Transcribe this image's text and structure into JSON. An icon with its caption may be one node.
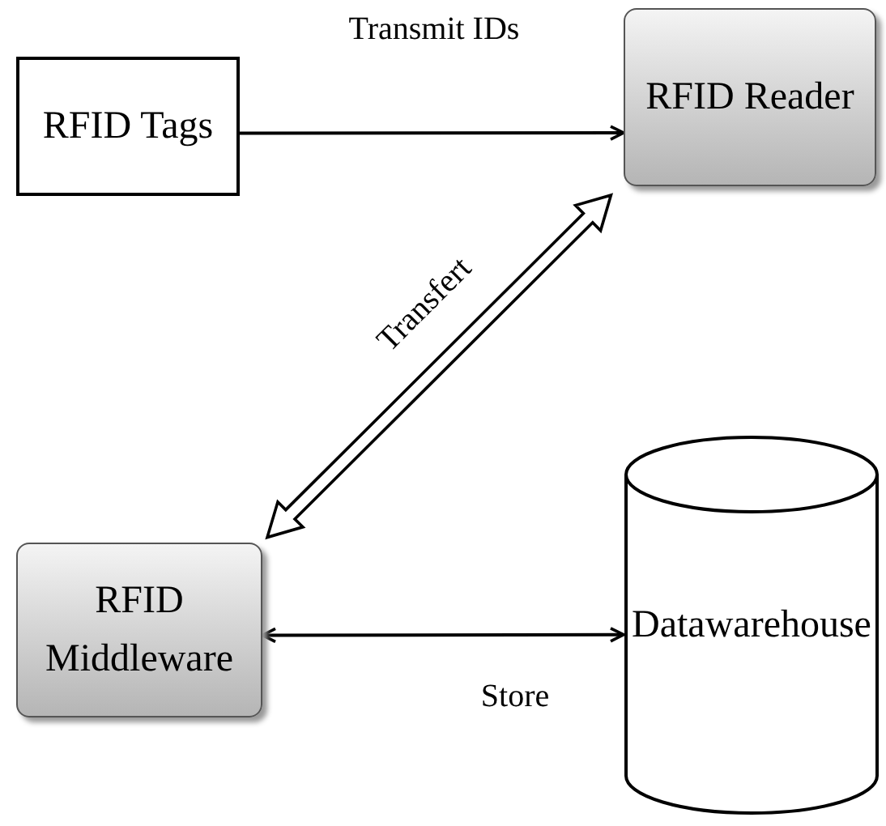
{
  "diagram": {
    "nodes": [
      {
        "text": [
          "RFID Tags"
        ]
      },
      {
        "text": [
          "RFID Reader"
        ]
      },
      {
        "text": [
          "RFID Middleware"
        ]
      },
      {
        "text": [
          "Datawarehouse"
        ]
      }
    ],
    "edges": [
      {
        "from": 0,
        "to": 1,
        "arrow": "to",
        "label": "Transmit IDs"
      },
      {
        "from": 1,
        "to": 2,
        "arrow": "both",
        "label": "Transfert",
        "style": "thick"
      },
      {
        "from": 2,
        "to": 3,
        "arrow": "both",
        "label": "Store"
      }
    ]
  }
}
